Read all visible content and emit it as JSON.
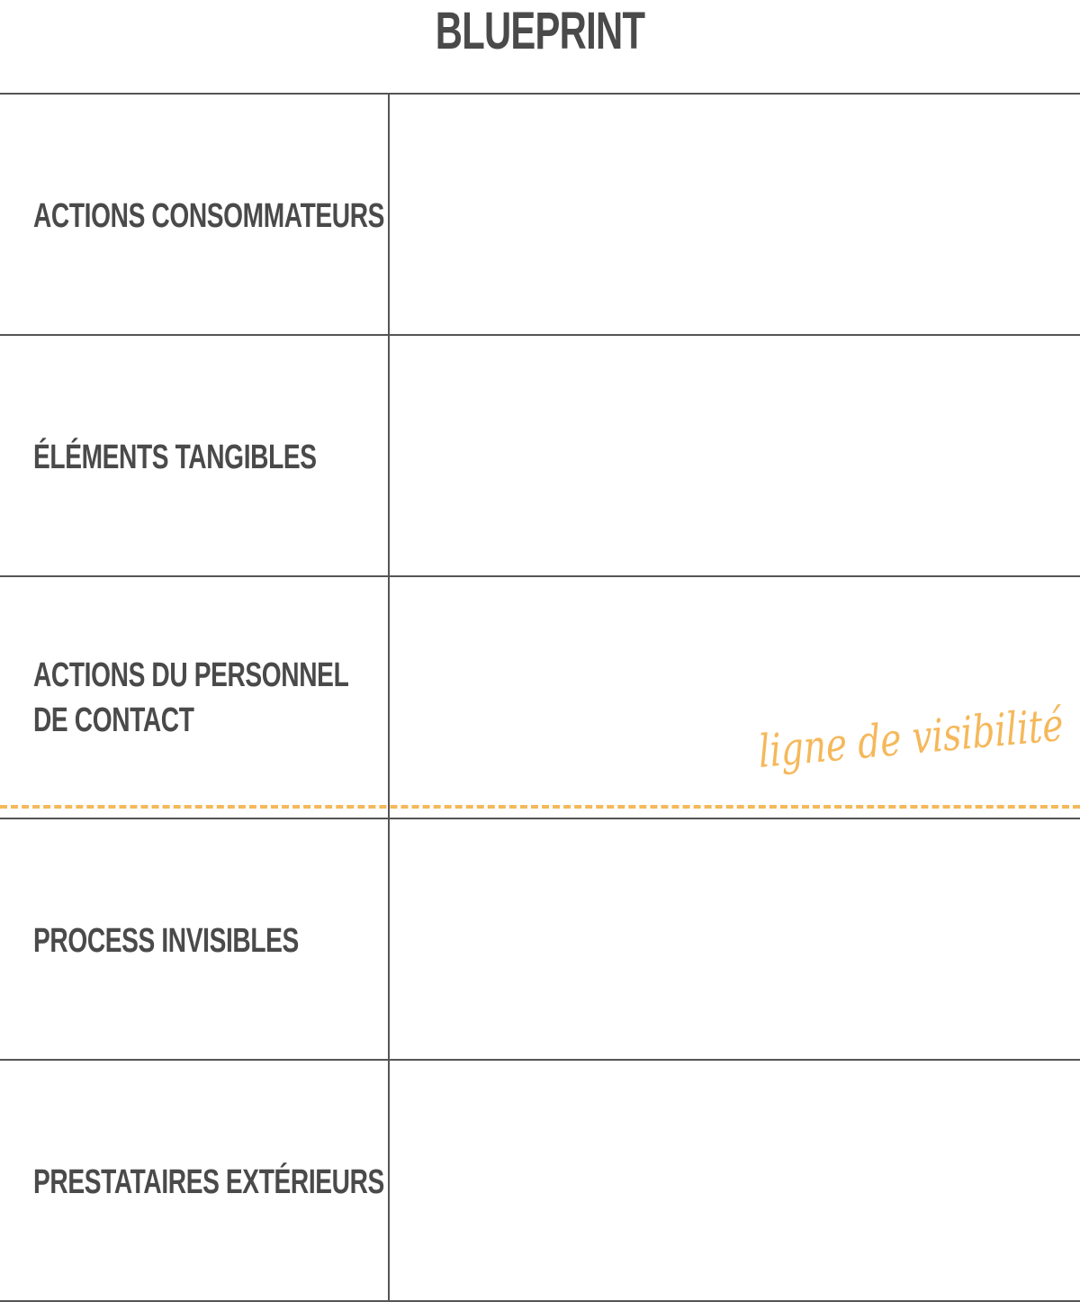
{
  "title": "BLUEPRINT",
  "rows": [
    {
      "label_lines": [
        "ACTIONS CONSOMMATEURS"
      ]
    },
    {
      "label_lines": [
        "ÉLÉMENTS TANGIBLES"
      ]
    },
    {
      "label_lines": [
        "ACTIONS DU PERSONNEL",
        "DE CONTACT"
      ]
    },
    {
      "label_lines": [
        "PROCESS INVISIBLES"
      ]
    },
    {
      "label_lines": [
        "PRESTATAIRES EXTÉRIEURS"
      ]
    }
  ],
  "visibility_line": {
    "label": "ligne de visibilité",
    "color": "#f5b85a"
  },
  "colors": {
    "text": "#4a4a4a",
    "grid": "#555555",
    "accent": "#f5b85a"
  }
}
